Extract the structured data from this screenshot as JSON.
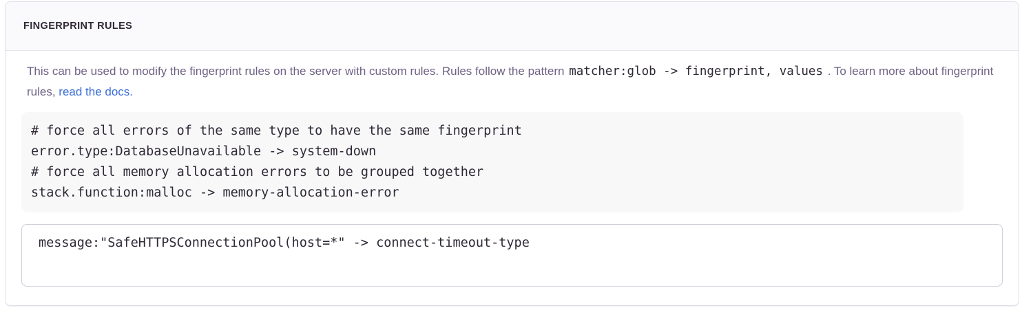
{
  "panel": {
    "title": "FINGERPRINT RULES"
  },
  "description": {
    "text_before_code": "This can be used to modify the fingerprint rules on the server with custom rules. Rules follow the pattern ",
    "pattern_code": "matcher:glob -> fingerprint, values",
    "text_after_code": " . To learn more about fingerprint rules, ",
    "link_label": "read the docs."
  },
  "example": {
    "code": "# force all errors of the same type to have the same fingerprint\nerror.type:DatabaseUnavailable -> system-down\n# force all memory allocation errors to be grouped together\nstack.function:malloc -> memory-allocation-error"
  },
  "editor": {
    "value": "message:\"SafeHTTPSConnectionPool(host=*\" -> connect-timeout-type"
  },
  "colors": {
    "link": "#3B6ED8",
    "heading_text": "#2F2936",
    "body_text": "#6E6284",
    "code_text": "#2F2936",
    "panel_border": "#E2DDE8",
    "header_background": "#FAF9FB",
    "example_background": "#F8F8F9",
    "textarea_border": "#D1CBD8"
  }
}
